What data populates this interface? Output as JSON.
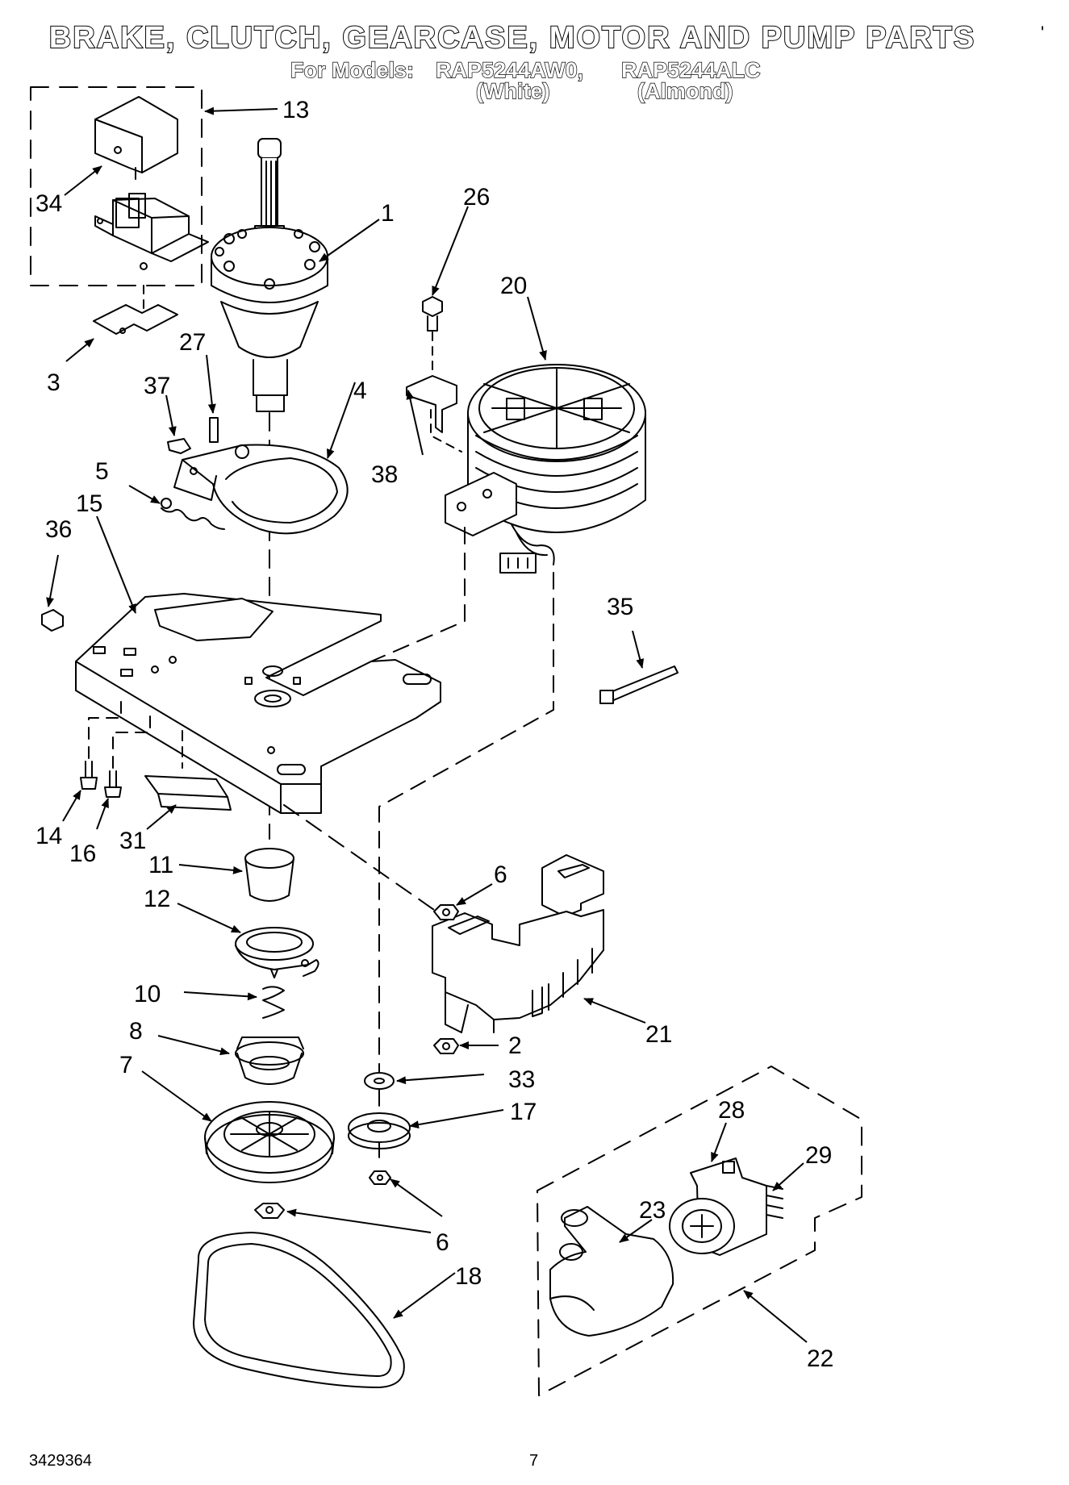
{
  "title": "BRAKE, CLUTCH, GEARCASE, MOTOR AND PUMP PARTS",
  "models": {
    "prefix": "For Models:",
    "model_1": "RAP5244AW0,",
    "model_2": "RAP5244ALC",
    "color_1": "(White)",
    "color_2": "(Almond)"
  },
  "footer": {
    "doc_number": "3429364",
    "page_number": "7"
  },
  "callouts": {
    "c1": "1",
    "c2": "2",
    "c3": "3",
    "c4": "4",
    "c5": "5",
    "c6a": "6",
    "c6b": "6",
    "c7": "7",
    "c8": "8",
    "c10": "10",
    "c11": "11",
    "c12": "12",
    "c13": "13",
    "c14": "14",
    "c15": "15",
    "c16": "16",
    "c17": "17",
    "c18": "18",
    "c20": "20",
    "c21": "21",
    "c22": "22",
    "c23": "23",
    "c26": "26",
    "c27": "27",
    "c28": "28",
    "c29": "29",
    "c31": "31",
    "c33": "33",
    "c34": "34",
    "c35": "35",
    "c36": "36",
    "c37": "37",
    "c38": "38"
  }
}
